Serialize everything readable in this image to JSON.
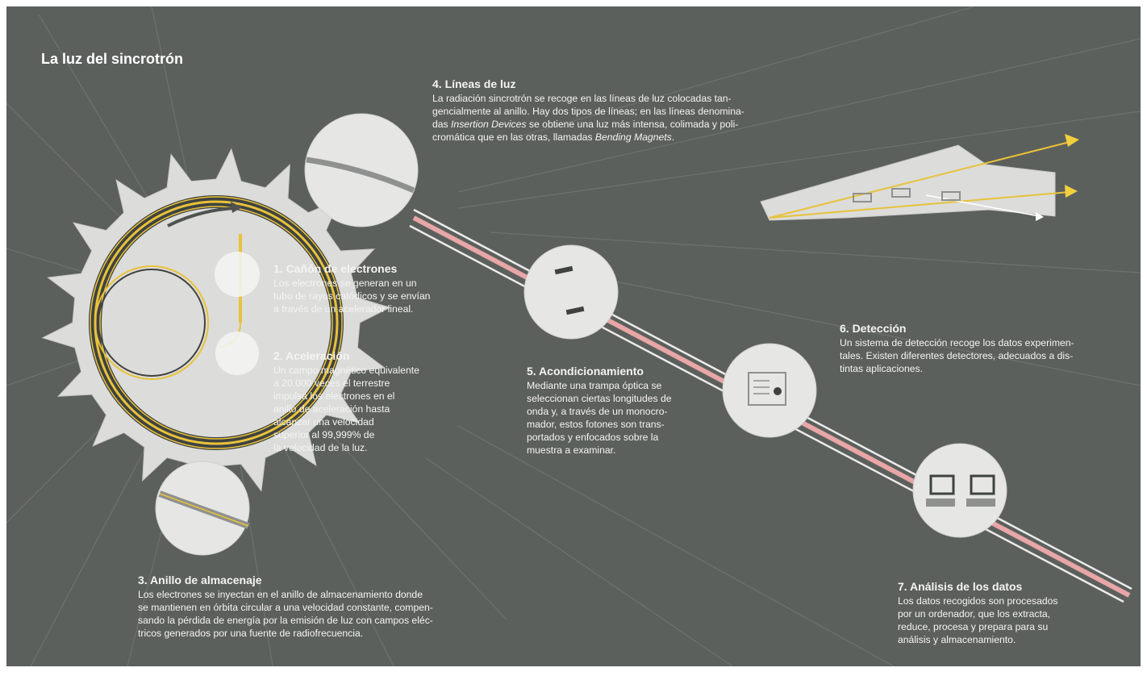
{
  "title": "La luz del sincrotrón",
  "colors": {
    "background": "#5c605d",
    "ring_fill": "#dcdcda",
    "track_dark": "#3f4340",
    "beam_yellow": "#e8c23a",
    "beam_pink": "#e8a6a6",
    "arrow_yellow": "#f2d03c",
    "text": "#f4f4f2"
  },
  "steps": [
    {
      "key": "canon",
      "title": "1. Cañón de electrones",
      "lines": [
        "Los electrones se generan en un",
        "tubo de rayos catódicos y se envían",
        "a través de un acelerador lineal."
      ]
    },
    {
      "key": "aceleracion",
      "title": "2. Aceleración",
      "lines": [
        "Un campo magnético equivalente",
        "a 20.000 veces el terrestre",
        "impulsa los electrones en el",
        "anillo de aceleración hasta",
        "alcanzar una velocidad",
        "superior al 99,999% de",
        "la velocidad de la luz."
      ]
    },
    {
      "key": "anillo",
      "title": "3. Anillo de almacenaje",
      "lines": [
        "Los electrones se inyectan en el anillo de almacenamiento donde",
        "se mantienen en órbita circular a una velocidad constante, compen-",
        "sando la pérdida de energía por la emisión de luz con campos eléc-",
        "tricos generados por una fuente de radiofrecuencia."
      ]
    },
    {
      "key": "lineas",
      "title": "4. Líneas de luz",
      "lines": [
        "La radiación sincrotrón se recoge en las líneas de luz colocadas tan-",
        "gencialmente al anillo. Hay dos tipos de líneas; en las líneas denomina-",
        "das Insertion Devices se obtiene una luz más intensa, colimada y poli-",
        "cromática que en las otras, llamadas Bending Magnets."
      ]
    },
    {
      "key": "acondicionamiento",
      "title": "5. Acondicionamiento",
      "lines": [
        "Mediante una trampa óptica se",
        "seleccionan ciertas longitudes de",
        "onda y, a través de un monocro-",
        "mador, estos fotones son trans-",
        "portados y enfocados sobre la",
        "muestra a examinar."
      ]
    },
    {
      "key": "deteccion",
      "title": "6. Detección",
      "lines": [
        "Un sistema de detección recoge los datos experimen-",
        "tales. Existen diferentes detectores, adecuados a dis-",
        "tintas aplicaciones."
      ]
    },
    {
      "key": "analisis",
      "title": "7. Análisis de los datos",
      "lines": [
        "Los datos recogidos son procesados",
        "por un ordenador, que los extracta,",
        "reduce, procesa y prepara para su",
        "análisis y almacenamiento."
      ]
    }
  ]
}
